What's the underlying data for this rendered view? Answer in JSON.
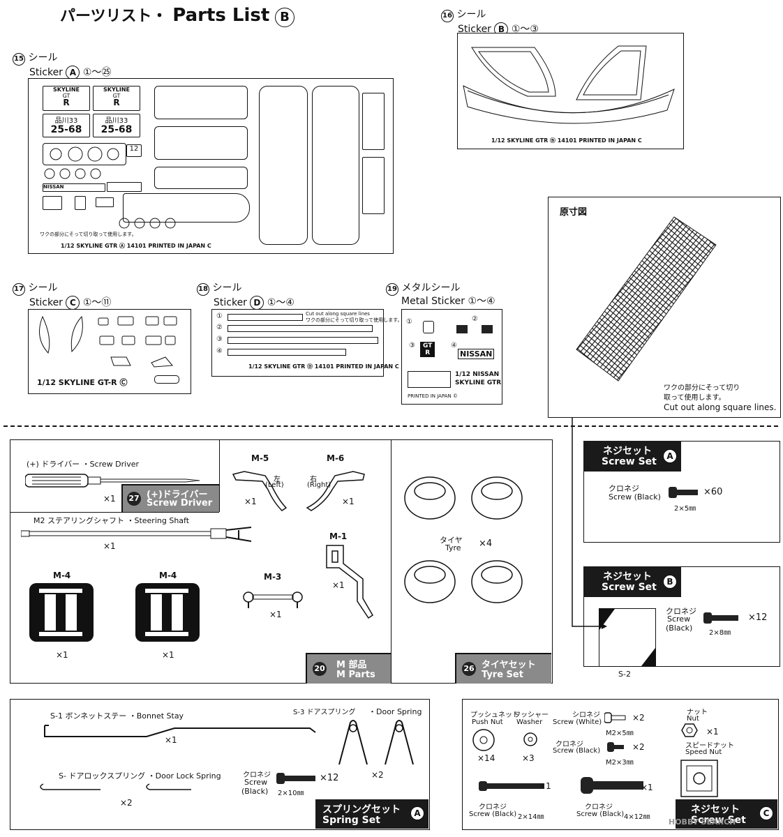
{
  "header": {
    "title_jp": "パーツリスト・",
    "title_en": "Parts List",
    "letter": "B"
  },
  "sticker_a": {
    "num": "15",
    "jp": "シール",
    "en": "Sticker",
    "letter": "A",
    "range": "①〜㉕",
    "footer": "1/12 SKYLINE GTR Ⓐ 14101 PRINTED IN JAPAN C",
    "plate_city": "品川33",
    "plate_num": "25-68",
    "brand": "SKYLINE",
    "gt": "GT",
    "r": "R",
    "nissan": "NISSAN",
    "note": "ワクの部分にそって切り取って使用します。"
  },
  "sticker_b": {
    "num": "16",
    "jp": "シール",
    "en": "Sticker",
    "letter": "B",
    "range": "①〜③",
    "footer": "1/12 SKYLINE GTR Ⓑ 14101 PRINTED IN JAPAN C"
  },
  "sticker_c": {
    "num": "17",
    "jp": "シール",
    "en": "Sticker",
    "letter": "C",
    "range": "①〜⑪",
    "footer": "1/12 SKYLINE GT-R Ⓒ"
  },
  "sticker_d": {
    "num": "18",
    "jp": "シール",
    "en": "Sticker",
    "letter": "D",
    "range": "①〜④",
    "labels": [
      "①",
      "②",
      "③",
      "④"
    ],
    "cut_en": "Cut out along square lines",
    "cut_jp": "ワクの部分にそって切り取って使用します。",
    "footer": "1/12 SKYLINE GTR Ⓓ 14101 PRINTED IN JAPAN C"
  },
  "metal": {
    "num": "19",
    "jp": "メタルシール",
    "en": "Metal Sticker",
    "range": "①〜④",
    "labels": [
      "①",
      "②",
      "③",
      "④"
    ],
    "nissan": "NISSAN",
    "gt": "GT",
    "r": "R",
    "line1": "1/12 NISSAN",
    "line2": "SKYLINE GTR",
    "printed": "PRINTED IN JAPAN ©"
  },
  "mesh": {
    "title": "原寸図",
    "jp1": "ワクの部分にそって切り",
    "jp2": "取って使用します。",
    "en": "Cut out along square lines."
  },
  "m_parts": {
    "driver_label": "(+) ドライバー ・Screw Driver",
    "driver_qty": "×1",
    "driver_badge_num": "27",
    "driver_badge_jp": "(+)ドライバー",
    "driver_badge_en": "Screw Driver",
    "m5": "M-5",
    "m6": "M-6",
    "left_jp": "左",
    "left_en": "(Left)",
    "right_jp": "右",
    "right_en": "(Right)",
    "m5_qty": "×1",
    "m6_qty": "×1",
    "shaft_label": "M2 ステアリングシャフト ・Steering Shaft",
    "shaft_qty": "×1",
    "m1": "M-1",
    "m1_qty": "×1",
    "m3": "M-3",
    "m3_qty": "×1",
    "m4a": "M-4",
    "m4b": "M-4",
    "m4a_qty": "×1",
    "m4b_qty": "×1",
    "badge_num": "20",
    "badge_jp": "M 部品",
    "badge_en": "M Parts"
  },
  "tyre": {
    "jp": "タイヤ",
    "en": "Tyre",
    "qty": "×4",
    "badge_num": "26",
    "badge_jp": "タイヤセット",
    "badge_en": "Tyre Set"
  },
  "screw_a": {
    "jp": "ネジセット",
    "en": "Screw Set",
    "letter": "A",
    "label_jp": "クロネジ",
    "label_en": "Screw (Black)",
    "size": "2×5㎜",
    "qty": "×60"
  },
  "screw_b": {
    "jp": "ネジセット",
    "en": "Screw Set",
    "letter": "B",
    "label_jp": "クロネジ",
    "label_en1": "Screw",
    "label_en2": "(Black)",
    "size": "2×8㎜",
    "qty": "×12",
    "part": "S-2"
  },
  "spring": {
    "bonnet": "S-1 ボンネットステー ・Bonnet Stay",
    "bonnet_qty": "×1",
    "door": "S-3 ドアスプリング",
    "door_en": "・Door Spring",
    "door_qty": "×2",
    "lock": "S- ドアロックスプリング ・Door Lock Spring",
    "lock_qty": "×2",
    "screw_jp": "クロネジ",
    "screw_en1": "Screw",
    "screw_en2": "(Black)",
    "screw_size": "2×10㎜",
    "screw_qty": "×12",
    "badge_jp": "スプリングセット",
    "badge_en": "Spring Set",
    "letter": "A"
  },
  "screw_c": {
    "push_jp": "プッシュネット",
    "push_en": "Push Nut",
    "push_qty": "×14",
    "washer_jp": "ワッシャー",
    "washer_en": "Washer",
    "washer_qty": "×3",
    "white_jp": "シロネジ",
    "white_en": "Screw (White)",
    "white_size": "M2×5㎜",
    "white_qty": "×2",
    "black_jp": "クロネジ",
    "black_en": "Screw (Black)",
    "black_size": "M2×3㎜",
    "black_qty": "×2",
    "nut_jp": "ナット",
    "nut_en": "Nut",
    "nut_qty": "×1",
    "speed_jp": "スピードナット",
    "speed_en": "Speed Nut",
    "long1_jp": "クロネジ",
    "long1_en": "Screw (Black)",
    "long1_size": "2×14㎜",
    "long1_qty": "×1",
    "long2_jp": "クロネジ",
    "long2_en": "Screw (Black)",
    "long2_size": "4×12㎜",
    "long2_qty": "×1",
    "badge_jp": "ネジセット",
    "badge_en": "Screw Set",
    "letter": "C"
  },
  "watermark": "HOBBY SEARCH"
}
